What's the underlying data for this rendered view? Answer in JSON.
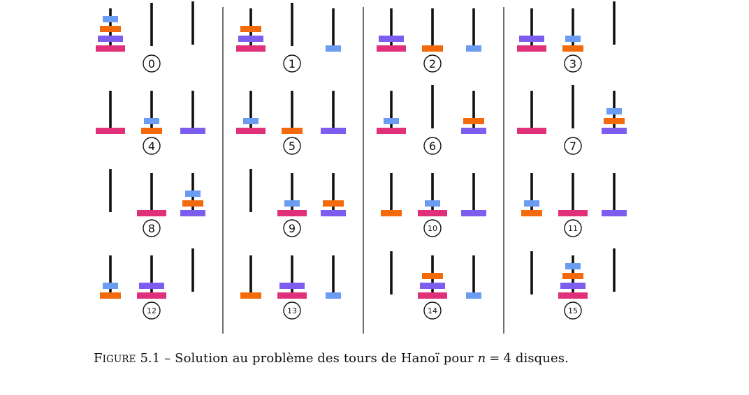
{
  "colors": {
    "rod": "#111111",
    "divider": "#222222",
    "disks": [
      "#6a9cf2",
      "#f26a0c",
      "#7d5cf0",
      "#e0307a"
    ]
  },
  "states": [
    {
      "label": "0",
      "pegs": [
        [
          4,
          3,
          2,
          1
        ],
        [],
        []
      ]
    },
    {
      "label": "1",
      "pegs": [
        [
          4,
          3,
          2
        ],
        [],
        [
          1
        ]
      ]
    },
    {
      "label": "2",
      "pegs": [
        [
          4,
          3
        ],
        [
          2
        ],
        [
          1
        ]
      ]
    },
    {
      "label": "3",
      "pegs": [
        [
          4,
          3
        ],
        [
          2,
          1
        ],
        []
      ]
    },
    {
      "label": "4",
      "pegs": [
        [
          4
        ],
        [
          2,
          1
        ],
        [
          3
        ]
      ]
    },
    {
      "label": "5",
      "pegs": [
        [
          4,
          1
        ],
        [
          2
        ],
        [
          3
        ]
      ]
    },
    {
      "label": "6",
      "pegs": [
        [
          4,
          1
        ],
        [],
        [
          3,
          2
        ]
      ]
    },
    {
      "label": "7",
      "pegs": [
        [
          4
        ],
        [],
        [
          3,
          2,
          1
        ]
      ]
    },
    {
      "label": "8",
      "pegs": [
        [],
        [
          4
        ],
        [
          3,
          2,
          1
        ]
      ]
    },
    {
      "label": "9",
      "pegs": [
        [],
        [
          4,
          1
        ],
        [
          3,
          2
        ]
      ]
    },
    {
      "label": "10",
      "pegs": [
        [
          2
        ],
        [
          4,
          1
        ],
        [
          3
        ]
      ]
    },
    {
      "label": "11",
      "pegs": [
        [
          2,
          1
        ],
        [
          4
        ],
        [
          3
        ]
      ]
    },
    {
      "label": "12",
      "pegs": [
        [
          2,
          1
        ],
        [
          4,
          3
        ],
        []
      ]
    },
    {
      "label": "13",
      "pegs": [
        [
          2
        ],
        [
          4,
          3
        ],
        [
          1
        ]
      ]
    },
    {
      "label": "14",
      "pegs": [
        [],
        [
          4,
          3,
          2
        ],
        [
          1
        ]
      ]
    },
    {
      "label": "15",
      "pegs": [
        [],
        [
          4,
          3,
          2,
          1
        ],
        []
      ]
    }
  ],
  "caption": {
    "figure_first": "F",
    "figure_rest": "IGURE",
    "number": "5.1",
    "dash": "–",
    "text": "Solution au problème des tours de Hanoï pour",
    "var": "n",
    "eq": "=",
    "value": "4",
    "tail": "disques."
  }
}
